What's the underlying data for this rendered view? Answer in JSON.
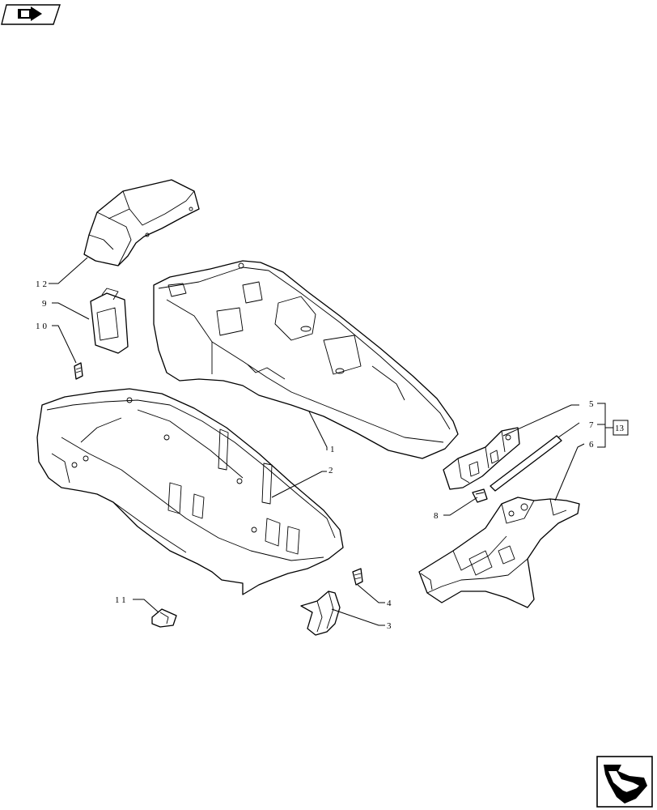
{
  "callouts": {
    "c1": "1",
    "c2": "2",
    "c3": "3",
    "c4": "4",
    "c5": "5",
    "c6": "6",
    "c7": "7",
    "c8": "8",
    "c9": "9",
    "c10": "10",
    "c11": "11",
    "c12": "12",
    "c13": "13"
  },
  "icons": {
    "top_left": "book-arrow-icon",
    "bottom_right": "next-page-arrow-icon"
  }
}
